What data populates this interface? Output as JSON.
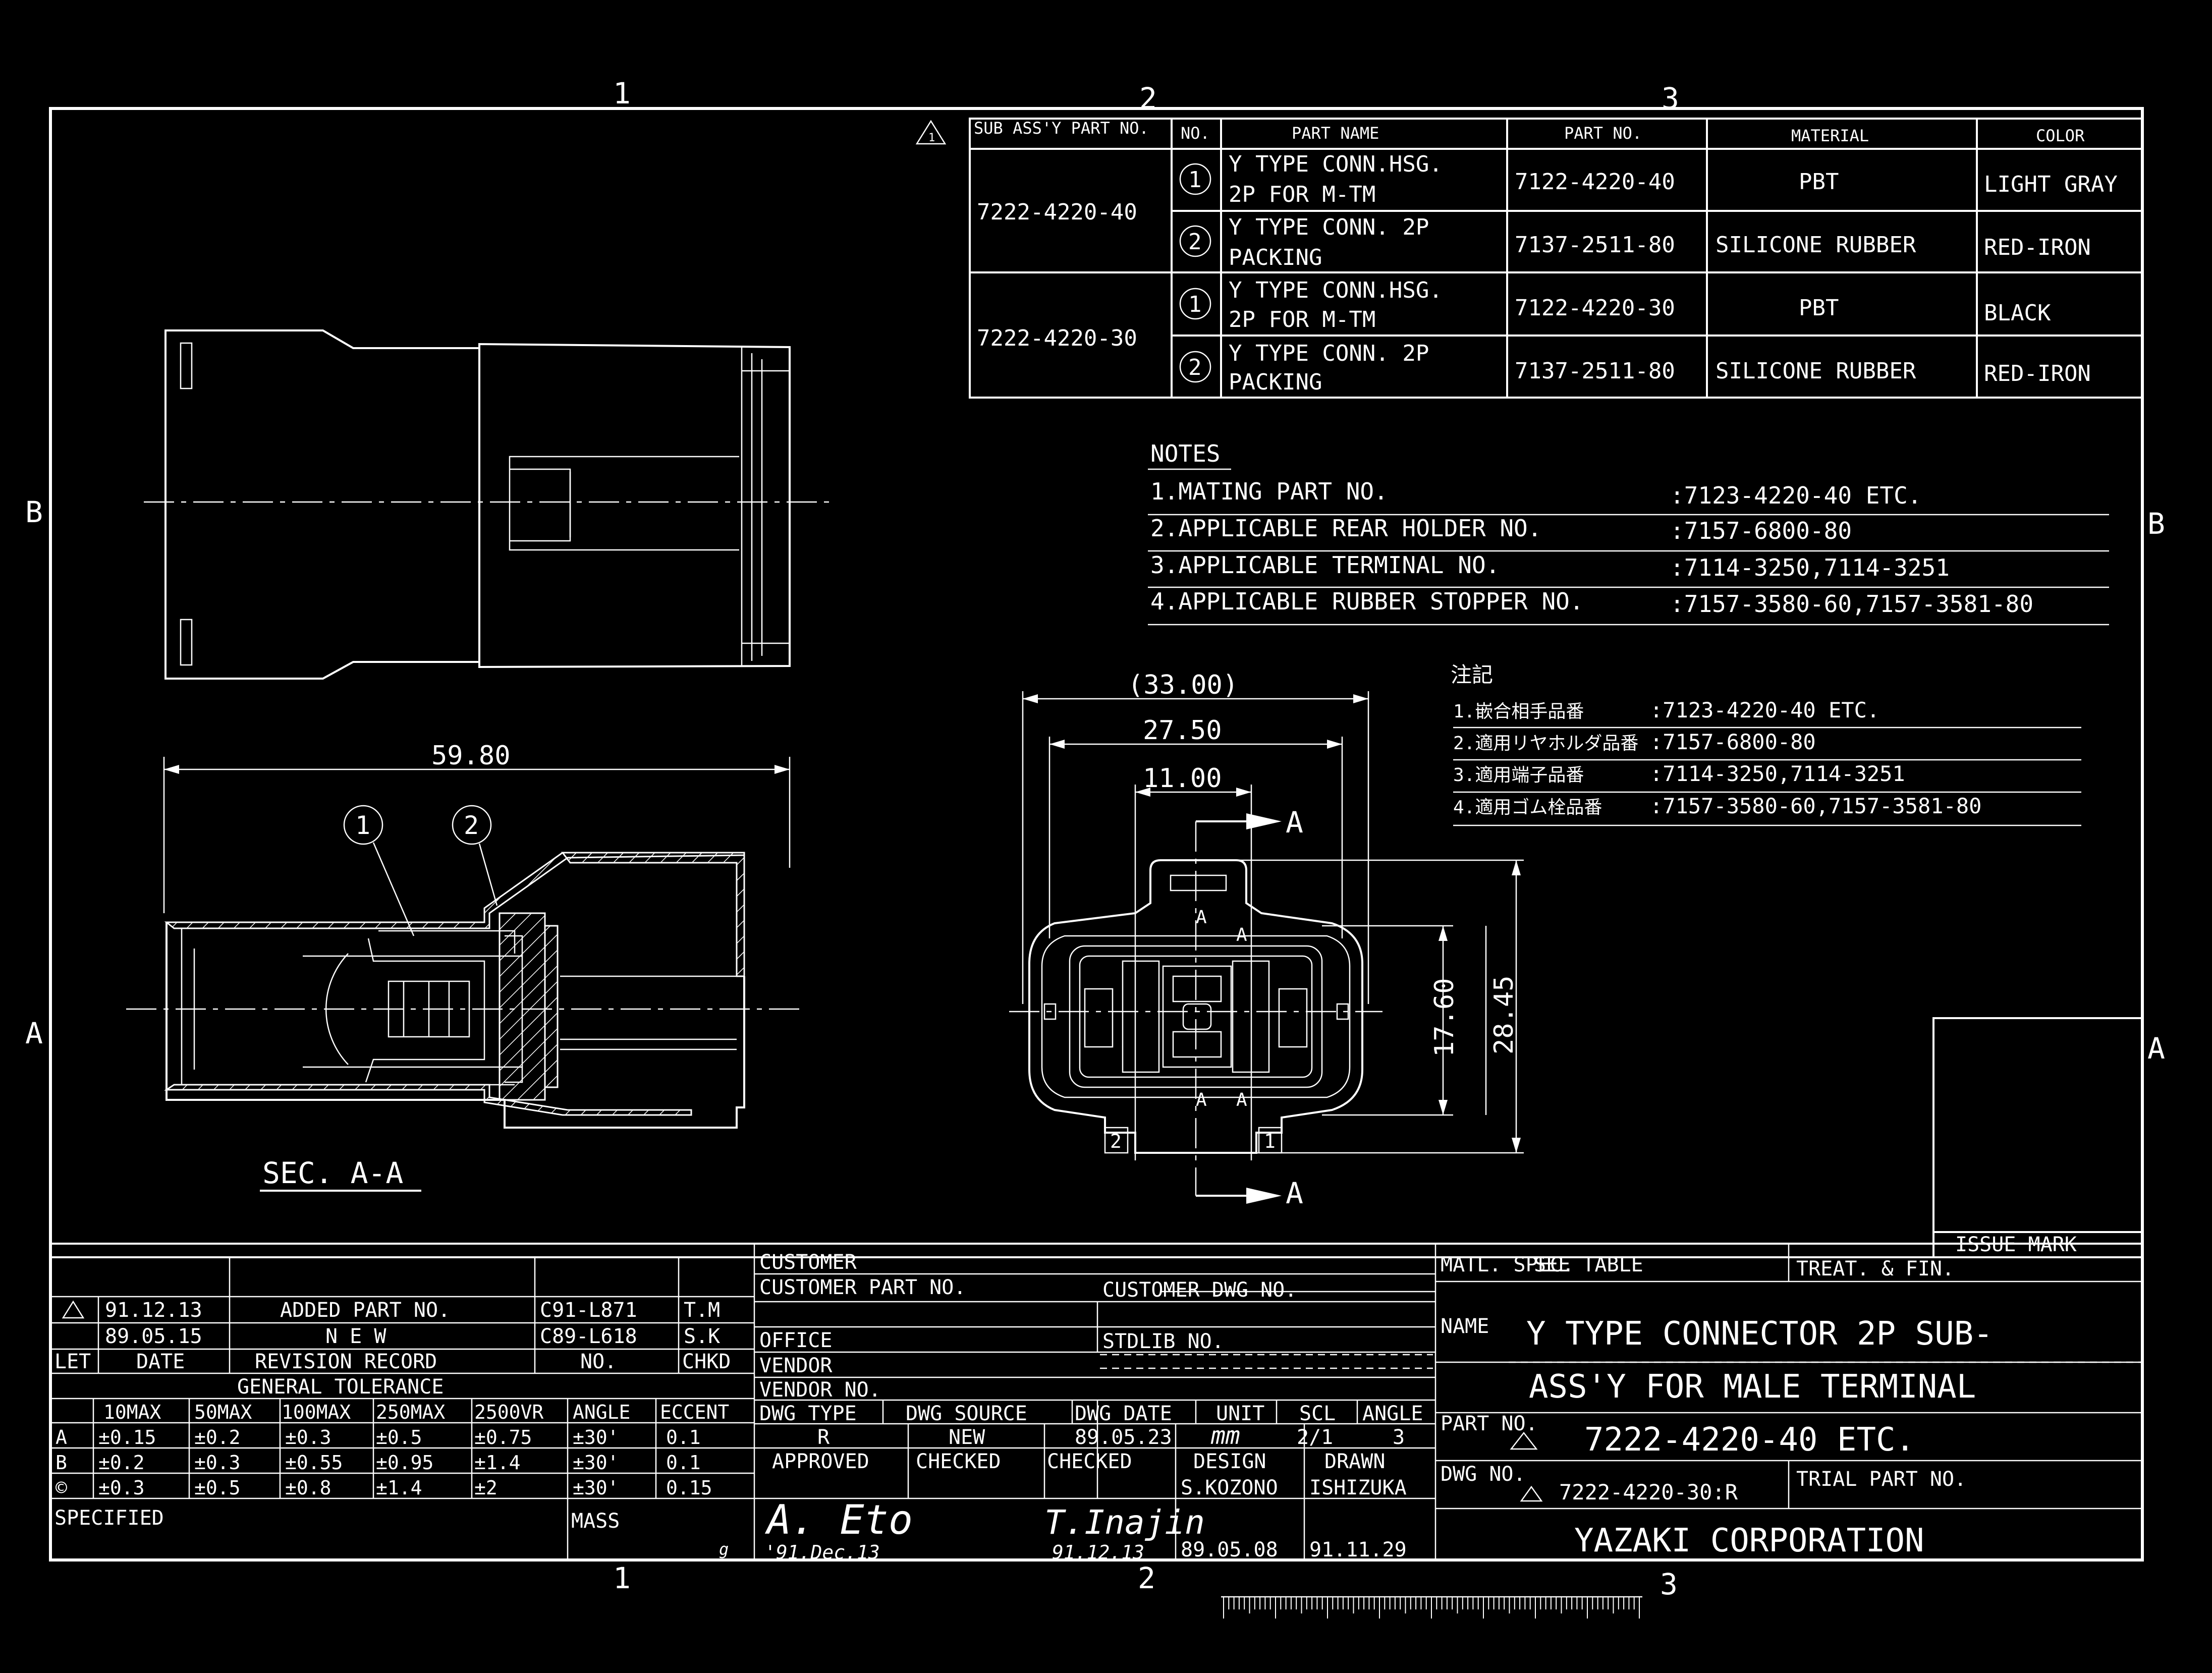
{
  "zones": {
    "top": [
      "1",
      "2",
      "3"
    ],
    "bottom": [
      "1",
      "2",
      "3"
    ],
    "left": [
      "B",
      "A"
    ],
    "right": [
      "B",
      "A"
    ]
  },
  "parts_table": {
    "headers": [
      "SUB ASS'Y PART NO.",
      "NO.",
      "PART NAME",
      "PART NO.",
      "MATERIAL",
      "COLOR"
    ],
    "groups": [
      {
        "sub_assy": "7222-4220-40",
        "rows": [
          {
            "no": "1",
            "name1": "Y TYPE CONN.HSG.",
            "name2": "2P FOR M-TM",
            "part_no": "7122-4220-40",
            "material": "PBT",
            "color": "LIGHT GRAY"
          },
          {
            "no": "2",
            "name1": "Y TYPE CONN. 2P",
            "name2": "PACKING",
            "part_no": "7137-2511-80",
            "material": "SILICONE RUBBER",
            "color": "RED-IRON"
          }
        ]
      },
      {
        "sub_assy": "7222-4220-30",
        "rows": [
          {
            "no": "1",
            "name1": "Y TYPE CONN.HSG.",
            "name2": "2P FOR M-TM",
            "part_no": "7122-4220-30",
            "material": "PBT",
            "color": "BLACK"
          },
          {
            "no": "2",
            "name1": "Y TYPE CONN. 2P",
            "name2": "PACKING",
            "part_no": "7137-2511-80",
            "material": "SILICONE RUBBER",
            "color": "RED-IRON"
          }
        ]
      }
    ]
  },
  "notes": {
    "title": "NOTES",
    "items": [
      {
        "label": "1.MATING PART NO.",
        "value": ":7123-4220-40 ETC."
      },
      {
        "label": "2.APPLICABLE REAR HOLDER NO.",
        "value": ":7157-6800-80"
      },
      {
        "label": "3.APPLICABLE TERMINAL NO.",
        "value": ":7114-3250,7114-3251"
      },
      {
        "label": "4.APPLICABLE RUBBER STOPPER NO.",
        "value": ":7157-3580-60,7157-3581-80"
      }
    ]
  },
  "notes_jp": {
    "title": "注記",
    "items": [
      {
        "label": "1.嵌合相手品番",
        "value": ":7123-4220-40 ETC."
      },
      {
        "label": "2.適用リヤホルダ品番",
        "value": ":7157-6800-80"
      },
      {
        "label": "3.適用端子品番",
        "value": ":7114-3250,7114-3251"
      },
      {
        "label": "4.適用ゴム栓品番",
        "value": ":7157-3580-60,7157-3581-80"
      }
    ]
  },
  "dimensions": {
    "overall_length": "59.80",
    "width_ref": "(33.00)",
    "width_body": "27.50",
    "pitch": "11.00",
    "height_inner": "17.60",
    "height_overall": "28.45"
  },
  "view_labels": {
    "section": "SEC. A-A",
    "cut": "A",
    "balloon1": "1",
    "balloon2": "2",
    "pin1": "1",
    "pin2": "2",
    "inner_a": "A"
  },
  "revision": {
    "rows": [
      {
        "date": "91.12.13",
        "record": "ADDED PART NO.",
        "no": "C91-L871",
        "chkd": "T.M"
      },
      {
        "date": "89.05.15",
        "record": "N E W",
        "no": "C89-L618",
        "chkd": "S.K"
      }
    ],
    "headers": {
      "let": "LET",
      "date": "DATE",
      "record": "REVISION RECORD",
      "no": "NO.",
      "chkd": "CHKD"
    }
  },
  "tolerance": {
    "title": "GENERAL TOLERANCE",
    "headers": [
      "",
      "10MAX",
      "50MAX",
      "100MAX",
      "250MAX",
      "2500VR",
      "ANGLE",
      "ECCENT"
    ],
    "rows": [
      [
        "A",
        "±0.15",
        "±0.2",
        "±0.3",
        "±0.5",
        "±0.75",
        "±30'",
        "0.1"
      ],
      [
        "B",
        "±0.2",
        "±0.3",
        "±0.55",
        "±0.95",
        "±1.4",
        "±30'",
        "0.1"
      ],
      [
        "©",
        "±0.3",
        "±0.5",
        "±0.8",
        "±1.4",
        "±2",
        "±30'",
        "0.15"
      ]
    ],
    "specified": "SPECIFIED",
    "mass": "MASS",
    "mass_unit": "g"
  },
  "customer": {
    "customer": "CUSTOMER",
    "customer_part_no": "CUSTOMER PART NO.",
    "customer_dwg_no": "CUSTOMER DWG NO.",
    "office": "OFFICE",
    "stdlib_no": "STDLIB NO.",
    "vendor": "VENDOR",
    "vendor_no": "VENDOR NO."
  },
  "dwg_info": {
    "dwg_type_label": "DWG TYPE",
    "dwg_type": "R",
    "dwg_source_label": "DWG SOURCE",
    "dwg_source": "NEW",
    "dwg_date_label": "DWG DATE",
    "dwg_date": "89.05.23",
    "unit_label": "UNIT",
    "unit": "mm",
    "scl_label": "SCL",
    "scl": "2/1",
    "angle_label": "ANGLE",
    "angle": "3"
  },
  "approval": {
    "approved": "APPROVED",
    "checked1": "CHECKED",
    "checked2": "CHECKED",
    "design": "DESIGN",
    "drawn": "DRAWN",
    "sig1": "A. Eto",
    "sig1_date": "'91.Dec.13",
    "sig2": "T.Inajin",
    "sig2_date": "91.12.13",
    "designer": "S.KOZONO",
    "design_date": "89.05.08",
    "drawer": "ISHIZUKA",
    "drawn_date": "91.11.29"
  },
  "title_block": {
    "matl_label": "MATL. SPEC.",
    "matl_value": "SEE TABLE",
    "treat_label": "TREAT. & FIN.",
    "name_label": "NAME",
    "name_line1": "Y TYPE CONNECTOR 2P SUB-",
    "name_line2": "ASS'Y FOR MALE TERMINAL",
    "part_no_label": "PART NO.",
    "part_no": "7222-4220-40 ETC.",
    "dwg_no_label": "DWG NO.",
    "dwg_no": "7222-4220-30:R",
    "trial_label": "TRIAL PART NO.",
    "company": "YAZAKI  CORPORATION",
    "issue_mark": "ISSUE MARK"
  },
  "colors": {
    "background": "#000000",
    "ink": "#ffffff"
  }
}
